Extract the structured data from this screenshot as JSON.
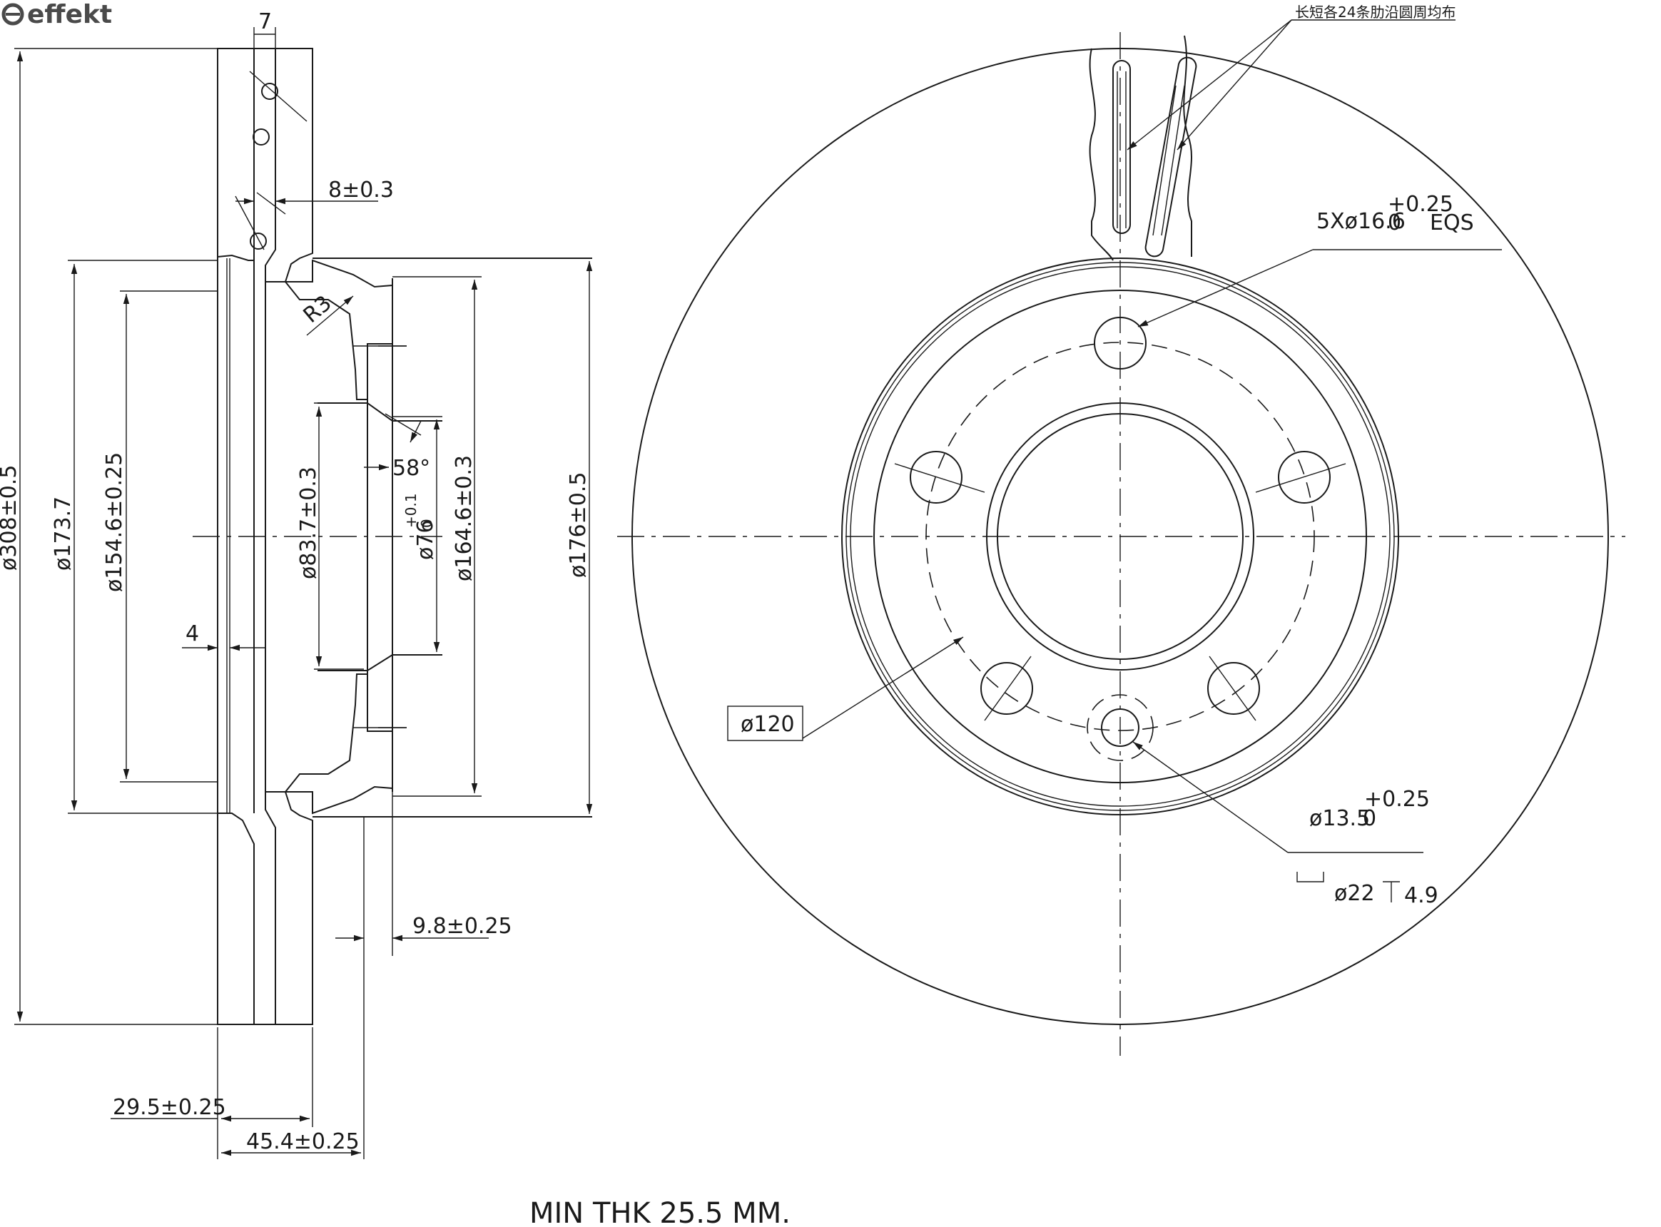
{
  "logo": {
    "text": "effekt"
  },
  "section_view": {
    "dims": {
      "top_width": "7",
      "vane_gap": "8±0.3",
      "radius": "R3",
      "angle": "58°",
      "plate": "4",
      "outer_dia": "ø308±0.5",
      "dia_173": "ø173.7",
      "dia_154": "ø154.6±0.25",
      "dia_83": "ø83.7±0.3",
      "dia_76": "ø76",
      "dia_76_tol_upper": "+0.1",
      "dia_76_tol_lower": "0",
      "dia_164": "ø164.6±0.3",
      "dia_176": "ø176±0.5",
      "hat_flange": "9.8±0.25",
      "offset": "29.5±0.25",
      "height": "45.4±0.25"
    }
  },
  "front_view": {
    "note_cn": "长短各24条肋沿圆周均布",
    "bolt_holes_prefix": "5Xø16.6",
    "bolt_holes_tol_upper": "+0.25",
    "bolt_holes_tol_lower": "0",
    "bolt_holes_suffix": "EQS",
    "pcd": "ø120",
    "pin_hole": "ø13.5",
    "pin_hole_tol_upper": "+0.25",
    "pin_hole_tol_lower": "0",
    "counterbore": "ø22",
    "counterbore_depth": "4.9"
  },
  "footer": {
    "min_thickness": "MIN THK 25.5 MM."
  }
}
